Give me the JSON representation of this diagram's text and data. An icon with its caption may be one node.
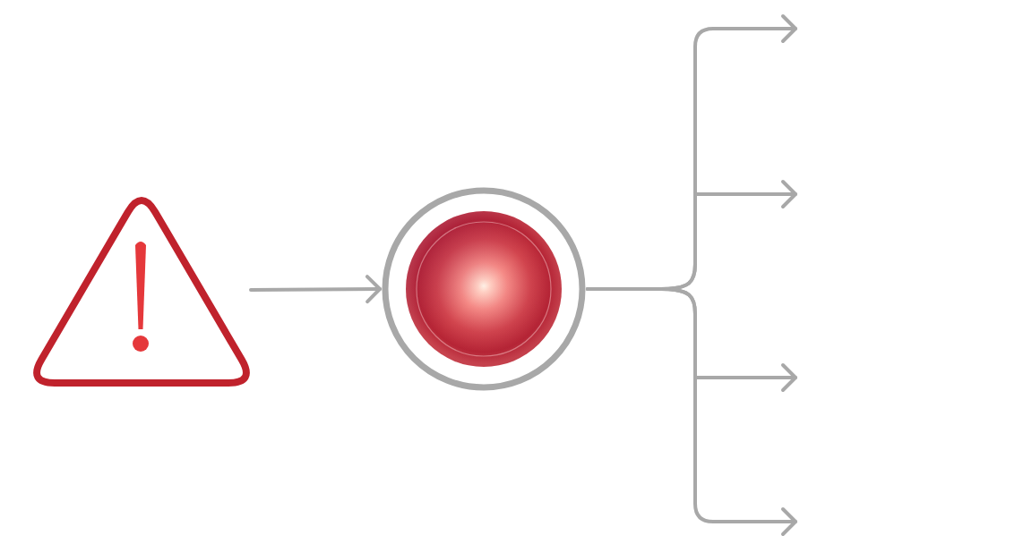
{
  "diagram": {
    "nodes": [
      {
        "text": [],
        "shape": "triangle"
      },
      {
        "text": [],
        "shape": "circle"
      }
    ],
    "edges": [
      {
        "from": 0,
        "to": 1,
        "arrow": "to"
      },
      {
        "from": 1,
        "to": null,
        "arrow": "to"
      },
      {
        "from": 1,
        "to": null,
        "arrow": "to"
      },
      {
        "from": 1,
        "to": null,
        "arrow": "to"
      },
      {
        "from": 1,
        "to": null,
        "arrow": "to"
      }
    ]
  }
}
